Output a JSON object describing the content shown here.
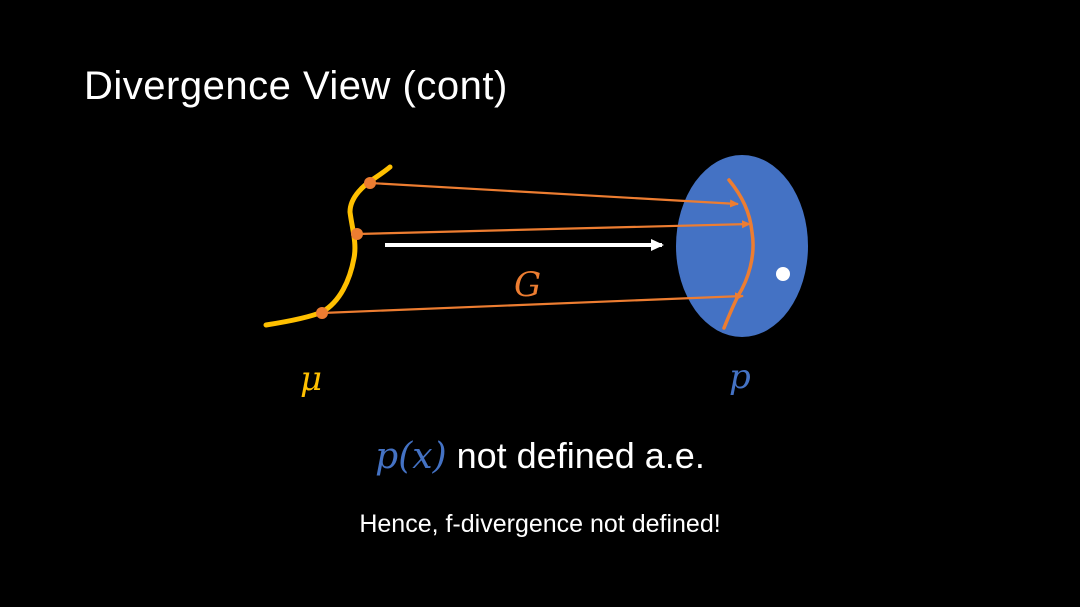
{
  "slide": {
    "title": "Divergence View (cont)",
    "labels": {
      "generator": "G",
      "source_dist": "μ",
      "target_dist": "p"
    },
    "statement": {
      "math": "p(x)",
      "text": " not defined a.e."
    },
    "conclusion": "Hence, f-divergence not defined!"
  },
  "colors": {
    "background": "#000000",
    "title": "#ffffff",
    "mu_curve": "#ffc000",
    "mapping_arrows": "#ed7d31",
    "generator_label": "#ed7d31",
    "target_region": "#4472c4",
    "p_label": "#4472c4",
    "mu_label": "#ffc000",
    "main_arrow": "#ffffff"
  }
}
